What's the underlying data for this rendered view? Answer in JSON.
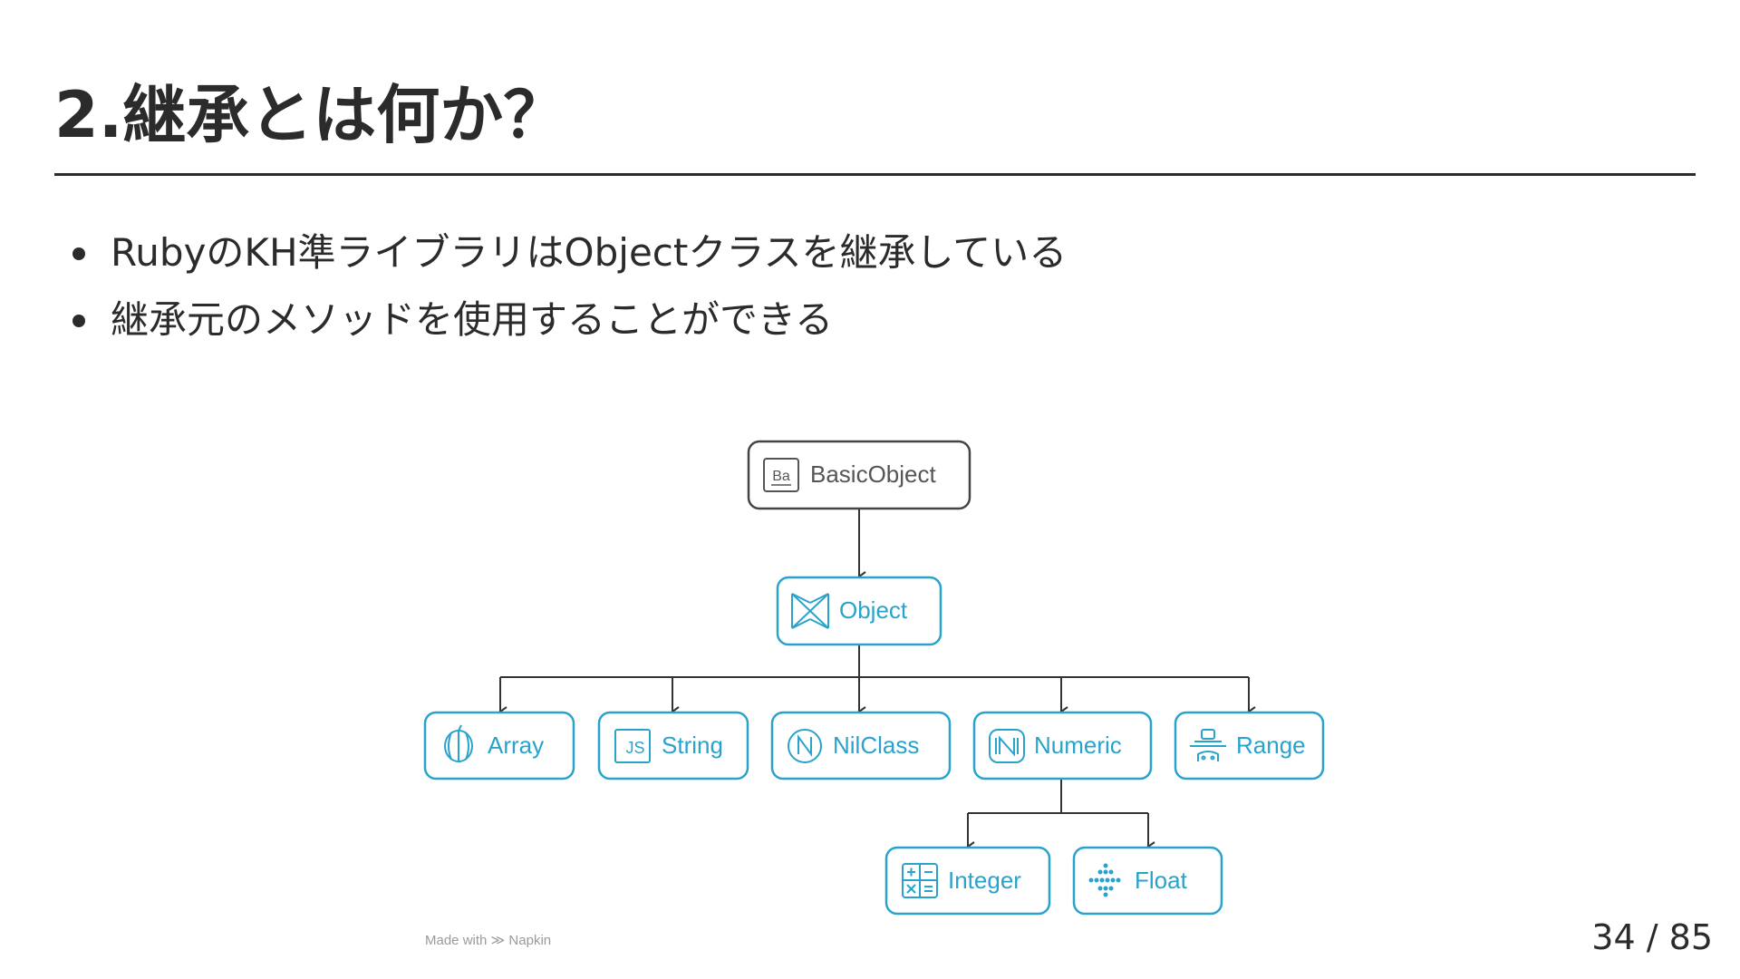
{
  "slide": {
    "title": "2.継承とは何か？",
    "bullets": [
      "RubyのKH準ライブラリはObjectクラスを継承している",
      "継承元のメソッドを使用することができる"
    ],
    "footer": {
      "napkin_made_with": "Made with",
      "napkin_brand": "Napkin",
      "page_current": "34",
      "page_separator": "/",
      "page_total": "85"
    }
  },
  "diagram": {
    "colors": {
      "accent": "#29a3cc",
      "neutral": "#444444",
      "edge": "#333333"
    },
    "nodes": [
      {
        "id": "basicobject",
        "label": "BasicObject",
        "icon": "basicobject-icon",
        "style": "neutral"
      },
      {
        "id": "object",
        "label": "Object",
        "icon": "object-icon",
        "style": "accent"
      },
      {
        "id": "array",
        "label": "Array",
        "icon": "array-icon",
        "style": "accent"
      },
      {
        "id": "string",
        "label": "String",
        "icon": "js-icon",
        "style": "accent"
      },
      {
        "id": "nilclass",
        "label": "NilClass",
        "icon": "n-circle-icon",
        "style": "accent"
      },
      {
        "id": "numeric",
        "label": "Numeric",
        "icon": "n-bracket-icon",
        "style": "accent"
      },
      {
        "id": "range",
        "label": "Range",
        "icon": "range-icon",
        "style": "accent"
      },
      {
        "id": "integer",
        "label": "Integer",
        "icon": "calculator-icon",
        "style": "accent"
      },
      {
        "id": "float",
        "label": "Float",
        "icon": "dots-icon",
        "style": "accent"
      }
    ],
    "edges": [
      {
        "from": "basicobject",
        "to": "object"
      },
      {
        "from": "object",
        "to": "array"
      },
      {
        "from": "object",
        "to": "string"
      },
      {
        "from": "object",
        "to": "nilclass"
      },
      {
        "from": "object",
        "to": "numeric"
      },
      {
        "from": "object",
        "to": "range"
      },
      {
        "from": "numeric",
        "to": "integer"
      },
      {
        "from": "numeric",
        "to": "float"
      }
    ]
  }
}
